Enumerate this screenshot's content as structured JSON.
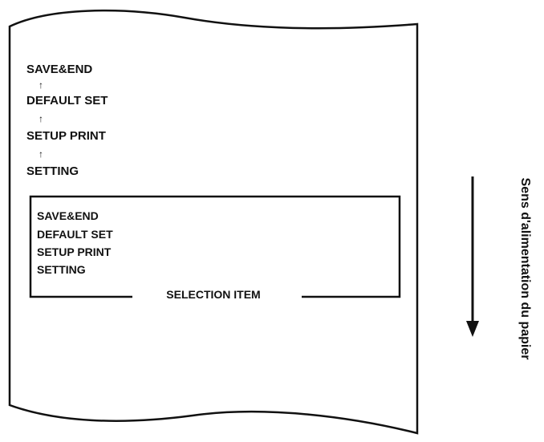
{
  "menu_stack": [
    {
      "label": "SAVE&END"
    },
    {
      "label": "DEFAULT SET"
    },
    {
      "label": "SETUP PRINT"
    },
    {
      "label": "SETTING"
    }
  ],
  "up_arrow_glyph": "↑",
  "selection_box": {
    "items": [
      "SAVE&END",
      "DEFAULT SET",
      "SETUP PRINT",
      "SETTING"
    ],
    "caption": "SELECTION ITEM"
  },
  "feed_direction": {
    "label": "Sens d'alimentation du papier"
  }
}
